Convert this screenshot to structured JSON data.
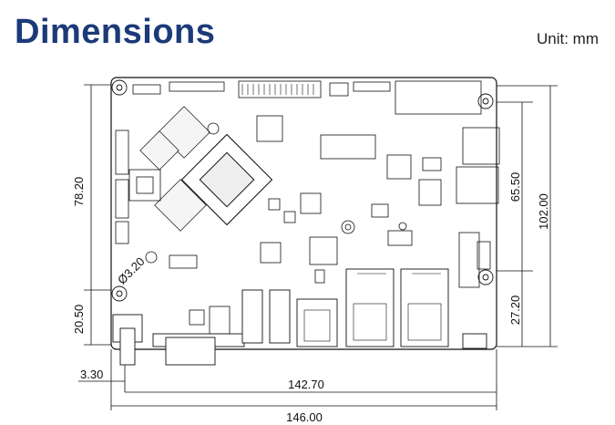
{
  "header": {
    "title": "Dimensions",
    "unit_label": "Unit: mm"
  },
  "dimensions": {
    "left_height_upper": "78.20",
    "left_height_lower": "20.50",
    "hole_diameter": "Ø3.20",
    "right_inner": "65.50",
    "right_total": "102.00",
    "right_lower": "27.20",
    "offset_left": "3.30",
    "width_inner": "142.70",
    "width_total": "146.00"
  }
}
